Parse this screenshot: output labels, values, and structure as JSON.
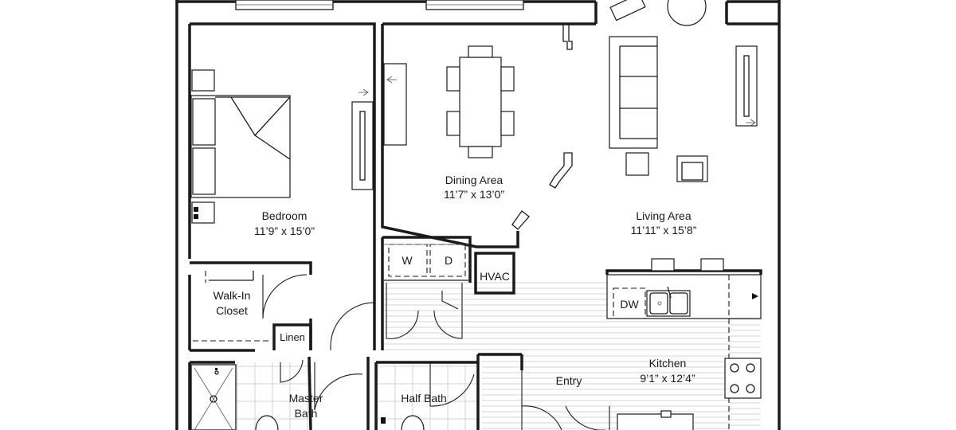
{
  "rooms": {
    "bedroom": {
      "name": "Bedroom",
      "dims": "11’9” x 15’0”"
    },
    "dining": {
      "name": "Dining Area",
      "dims": "11’7” x 13’0”"
    },
    "living": {
      "name": "Living Area",
      "dims": "11’11” x 15’8”"
    },
    "walkin": {
      "name_line1": "Walk-In",
      "name_line2": "Closet"
    },
    "linen": {
      "name": "Linen"
    },
    "master_bath": {
      "name_line1": "Master",
      "name_line2": "Bath"
    },
    "half_bath": {
      "name": "Half Bath"
    },
    "entry": {
      "name": "Entry"
    },
    "kitchen": {
      "name": "Kitchen",
      "dims": "9’1” x 12’4”"
    }
  },
  "appliances": {
    "washer": "W",
    "dryer": "D",
    "hvac": "HVAC",
    "dishwasher": "DW"
  },
  "colors": {
    "walls": "#1a1a1a",
    "tile": "#c8c8c8",
    "background": "#ffffff"
  }
}
